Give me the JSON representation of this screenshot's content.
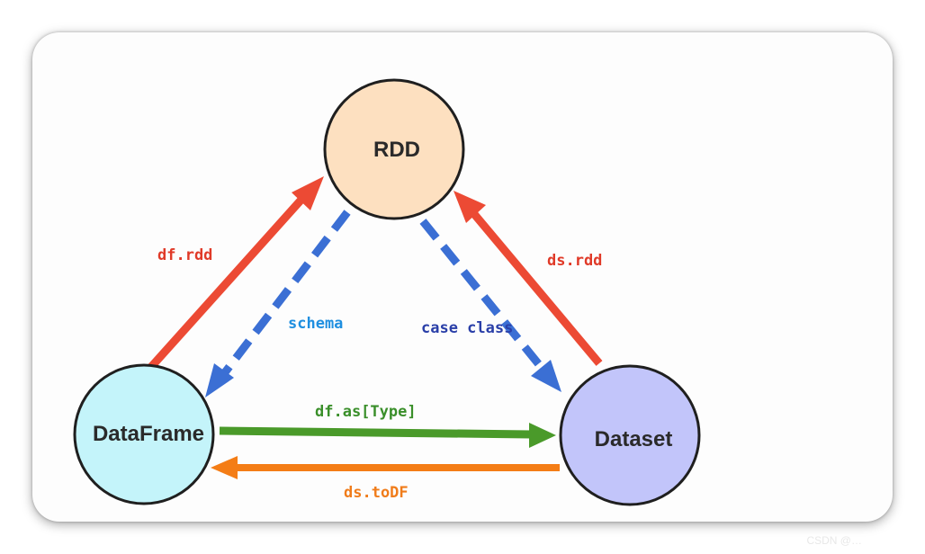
{
  "nodes": {
    "rdd": {
      "label": "RDD",
      "fill": "#fde0c0"
    },
    "dataframe": {
      "label": "DataFrame",
      "fill": "#c4f4fa"
    },
    "dataset": {
      "label": "Dataset",
      "fill": "#c2c5fa"
    }
  },
  "edges": {
    "df_rdd": {
      "label": "df.rdd",
      "color": "#e8422e"
    },
    "ds_rdd": {
      "label": "ds.rdd",
      "color": "#e8422e"
    },
    "schema": {
      "label": "schema",
      "color": "#1f8fe0"
    },
    "case_class": {
      "label": "case class",
      "color": "#2a3fa8"
    },
    "df_as": {
      "label": "df.as[Type]",
      "color": "#3a8f2a"
    },
    "ds_todf": {
      "label": "ds.toDF",
      "color": "#f07c1a"
    }
  },
  "watermark": "CSDN @…"
}
